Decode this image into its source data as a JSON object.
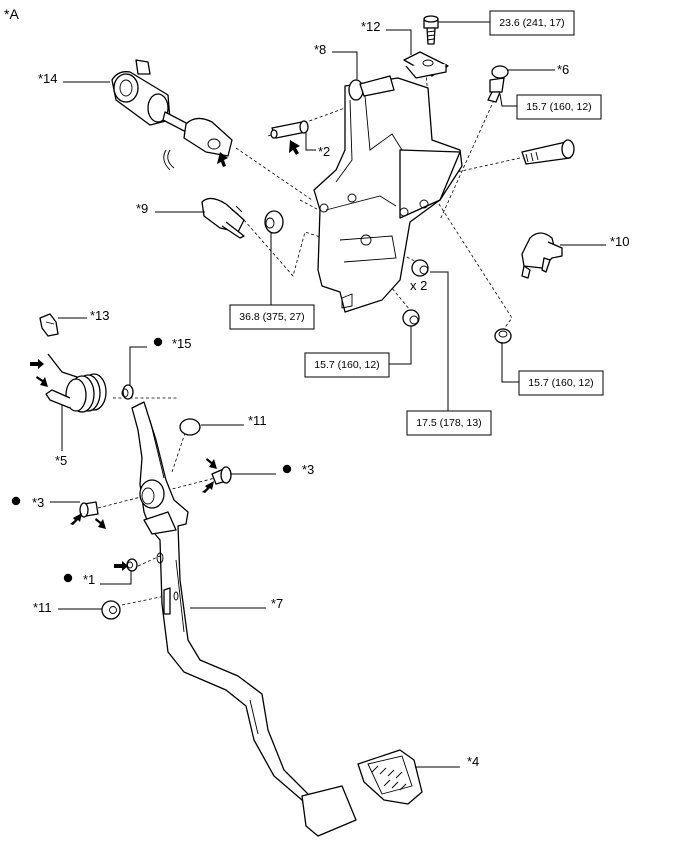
{
  "view_label": "*A",
  "callouts": {
    "c1": "*1",
    "c2": "*2",
    "c3a": "*3",
    "c3b": "*3",
    "c4": "*4",
    "c5": "*5",
    "c6": "*6",
    "c7": "*7",
    "c8": "*8",
    "c9": "*9",
    "c10": "*10",
    "c11a": "*11",
    "c11b": "*11",
    "c12": "*12",
    "c13": "*13",
    "c14": "*14",
    "c15": "*15"
  },
  "torque_specs": {
    "t1": "23.6 (241, 17)",
    "t2": "15.7 (160, 12)",
    "t3": "36.8 (375, 27)",
    "t4": "15.7 (160, 12)",
    "t5": "15.7 (160, 12)",
    "t6": "17.5 (178, 13)"
  },
  "quantity_note": "x 2",
  "icons": {
    "dot": "grease-point-icon",
    "arrow": "apply-direction-arrow-icon"
  }
}
